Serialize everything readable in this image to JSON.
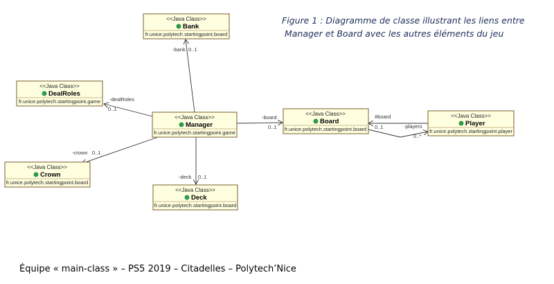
{
  "caption": {
    "line1": "Figure 1 : Diagramme de classe illustrant les liens entre",
    "line2": "Manager et Board avec les autres éléments du jeu"
  },
  "footer": "Équipe « main-class » – PS5 2019 – Citadelles – Polytech’Nice",
  "diagram": {
    "classes": {
      "bank": {
        "stereotype": "<<Java Class>>",
        "name": "Bank",
        "package": "fr.unice.polytech.startingpoint.board"
      },
      "dealroles": {
        "stereotype": "<<Java Class>>",
        "name": "DealRoles",
        "package": "fr.unice.polytech.startingpoint.game"
      },
      "manager": {
        "stereotype": "<<Java Class>>",
        "name": "Manager",
        "package": "fr.unice.polytech.startingpoint.game"
      },
      "board": {
        "stereotype": "<<Java Class>>",
        "name": "Board",
        "package": "fr.unice.polytech.startingpoint.board"
      },
      "player": {
        "stereotype": "<<Java Class>>",
        "name": "Player",
        "package": "fr.unice.polytech.startingpoint.player"
      },
      "crown": {
        "stereotype": "<<Java Class>>",
        "name": "Crown",
        "package": "fr.unice.polytech.startingpoint.board"
      },
      "deck": {
        "stereotype": "<<Java Class>>",
        "name": "Deck",
        "package": "fr.unice.polytech.startingpoint.board"
      }
    },
    "associations": {
      "bank": {
        "role": "-bank",
        "mult": "0..1"
      },
      "dealroles": {
        "role": "-dealRoles",
        "mult": "0..1"
      },
      "board": {
        "role": "-board",
        "mult": "0..1"
      },
      "crown": {
        "role": "-crown",
        "mult": "0..1"
      },
      "deck": {
        "role": "-deck",
        "mult": "0..1"
      },
      "boardback": {
        "role": "#board",
        "mult": "0..1"
      },
      "players": {
        "role": "-players",
        "mult": "0..*"
      }
    }
  }
}
